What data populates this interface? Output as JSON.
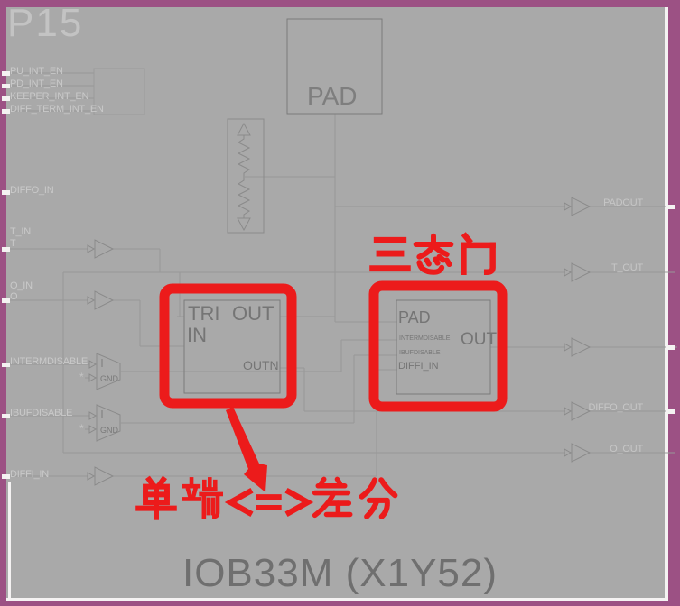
{
  "site": {
    "name": "P15"
  },
  "title": "IOB33M (X1Y52)",
  "ports": {
    "pu_int_en": "PU_INT_EN",
    "pd_int_en": "PD_INT_EN",
    "keeper_int_en": "KEEPER_INT_EN",
    "diff_term_int_en": "DIFF_TERM_INT_EN",
    "diffo_in": "DIFFO_IN",
    "t_in": "T_IN",
    "t_net": "T",
    "o_in": "O_IN",
    "o_net": "O",
    "intermdisable": "INTERMDISABLE",
    "ibufdisable": "IBUFDISABLE",
    "diffi_in": "DIFFI_IN",
    "padout": "PADOUT",
    "t_out": "T_OUT",
    "diffo_out": "DIFFO_OUT",
    "o_out": "O_OUT"
  },
  "cells": {
    "pad": "PAD",
    "outbuf": {
      "tri": "TRI",
      "in": "IN",
      "out": "OUT",
      "outn": "OUTN"
    },
    "inbuf": {
      "pad": "PAD",
      "intermdisable": "INTERMDISABLE",
      "ibufdisable": "IBUFDISABLE",
      "diffi_in": "DIFFI_IN",
      "out": "OUT"
    },
    "gnd": "GND"
  },
  "annotations": {
    "tristate_gate": "三态门",
    "single_ended_vs_differential": "单端<=>差分"
  },
  "colors": {
    "frame": "#9c5184",
    "canvas": "#a9a9a9",
    "wire": "#989898",
    "annotation_red": "#ec1b1b",
    "label_light": "#c9c9c9",
    "label_dark": "#6f6f6f"
  }
}
